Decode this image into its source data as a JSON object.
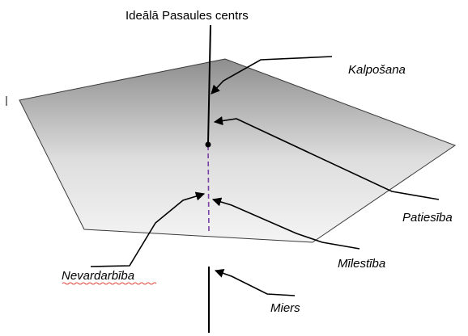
{
  "diagram": {
    "title": "Ideālā Pasaules centrs",
    "labels": {
      "kalposana": "Kalpošana",
      "patiesiba": "Patiesība",
      "milestiba": "Mīlestība",
      "nevardarbiba": "Nevardarbība",
      "miers": "Miers"
    },
    "colors": {
      "plane_dark": "#8e8e8e",
      "plane_light": "#f4f4f4",
      "dashed_axis": "#7a3fa5",
      "ink": "#000000",
      "spellcheck_underline": "#e0453a"
    }
  }
}
